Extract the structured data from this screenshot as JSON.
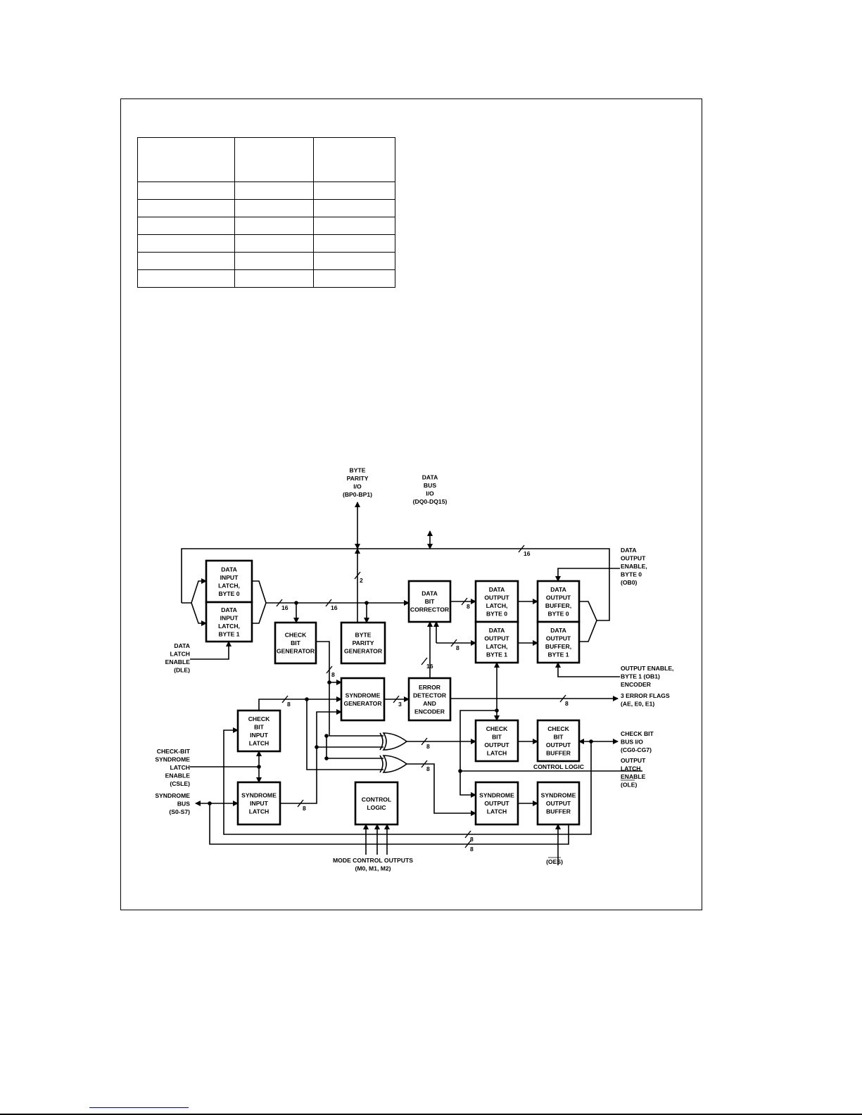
{
  "table": {
    "columns": 3,
    "header_rows": 1,
    "body_rows": 6
  },
  "blocks": {
    "dil0": [
      "DATA",
      "INPUT",
      "LATCH,",
      "BYTE 0"
    ],
    "dil1": [
      "DATA",
      "INPUT",
      "LATCH,",
      "BYTE 1"
    ],
    "cbgen": [
      "CHECK",
      "BIT",
      "GENERATOR"
    ],
    "bpgen": [
      "BYTE",
      "PARITY",
      "GENERATOR"
    ],
    "dbc": [
      "DATA",
      "BIT",
      "CORRECTOR"
    ],
    "dol0": [
      "DATA",
      "OUTPUT",
      "LATCH,",
      "BYTE 0"
    ],
    "dol1": [
      "DATA",
      "OUTPUT",
      "LATCH,",
      "BYTE 1"
    ],
    "dob0": [
      "DATA",
      "OUTPUT",
      "BUFFER,",
      "BYTE 0"
    ],
    "dob1": [
      "DATA",
      "OUTPUT",
      "BUFFER,",
      "BYTE 1"
    ],
    "syngen": [
      "SYNDROME",
      "GENERATOR"
    ],
    "errdet": [
      "ERROR",
      "DETECTOR",
      "AND",
      "ENCODER"
    ],
    "cbil": [
      "CHECK",
      "BIT",
      "INPUT",
      "LATCH"
    ],
    "synil": [
      "SYNDROME",
      "INPUT",
      "LATCH"
    ],
    "ctrl": [
      "CONTROL",
      "LOGIC"
    ],
    "cbol": [
      "CHECK",
      "BIT",
      "OUTPUT",
      "LATCH"
    ],
    "cbob": [
      "CHECK",
      "BIT",
      "OUTPUT",
      "BUFFER"
    ],
    "synol": [
      "SYNDROME",
      "OUTPUT",
      "LATCH"
    ],
    "synob": [
      "SYNDROME",
      "OUTPUT",
      "BUFFER"
    ]
  },
  "signals": {
    "byte_parity": [
      "BYTE",
      "PARITY",
      "I/O",
      "(BP0-BP1)"
    ],
    "data_bus": [
      "DATA",
      "BUS",
      "I/O",
      "(DQ0-DQ15)"
    ],
    "ob0": [
      "DATA",
      "OUTPUT",
      "ENABLE,",
      "BYTE 0",
      "(OB0)"
    ],
    "ob1": [
      "OUTPUT ENABLE,",
      "BYTE 1 (OB1)",
      "ENCODER"
    ],
    "error_flags": [
      "3 ERROR FLAGS",
      "(AE, E0, E1)"
    ],
    "check_bit_bus": [
      "CHECK BIT",
      "BUS I/O",
      "(CG0-CG7)"
    ],
    "ole": [
      "OUTPUT",
      "LATCH",
      "ENABLE",
      "(OLE)"
    ],
    "dle": [
      "DATA",
      "LATCH",
      "ENABLE",
      "(DLE)"
    ],
    "csle": [
      "CHECK-BIT",
      "SYNDROME",
      "LATCH",
      "ENABLE",
      "(CSLE)"
    ],
    "syndrome_bus": [
      "SYNDROME",
      "BUS",
      "(S0-S7)"
    ],
    "mode": [
      "MODE CONTROL OUTPUTS",
      "(M0, M1, M2)"
    ],
    "oes": [
      "(OES)"
    ],
    "control_logic_note": [
      "CONTROL LOGIC"
    ]
  },
  "bus_widths": [
    "16",
    "16",
    "16",
    "2",
    "16",
    "8",
    "8",
    "8",
    "8",
    "8",
    "3",
    "8",
    "8",
    "8",
    "8",
    "8"
  ]
}
